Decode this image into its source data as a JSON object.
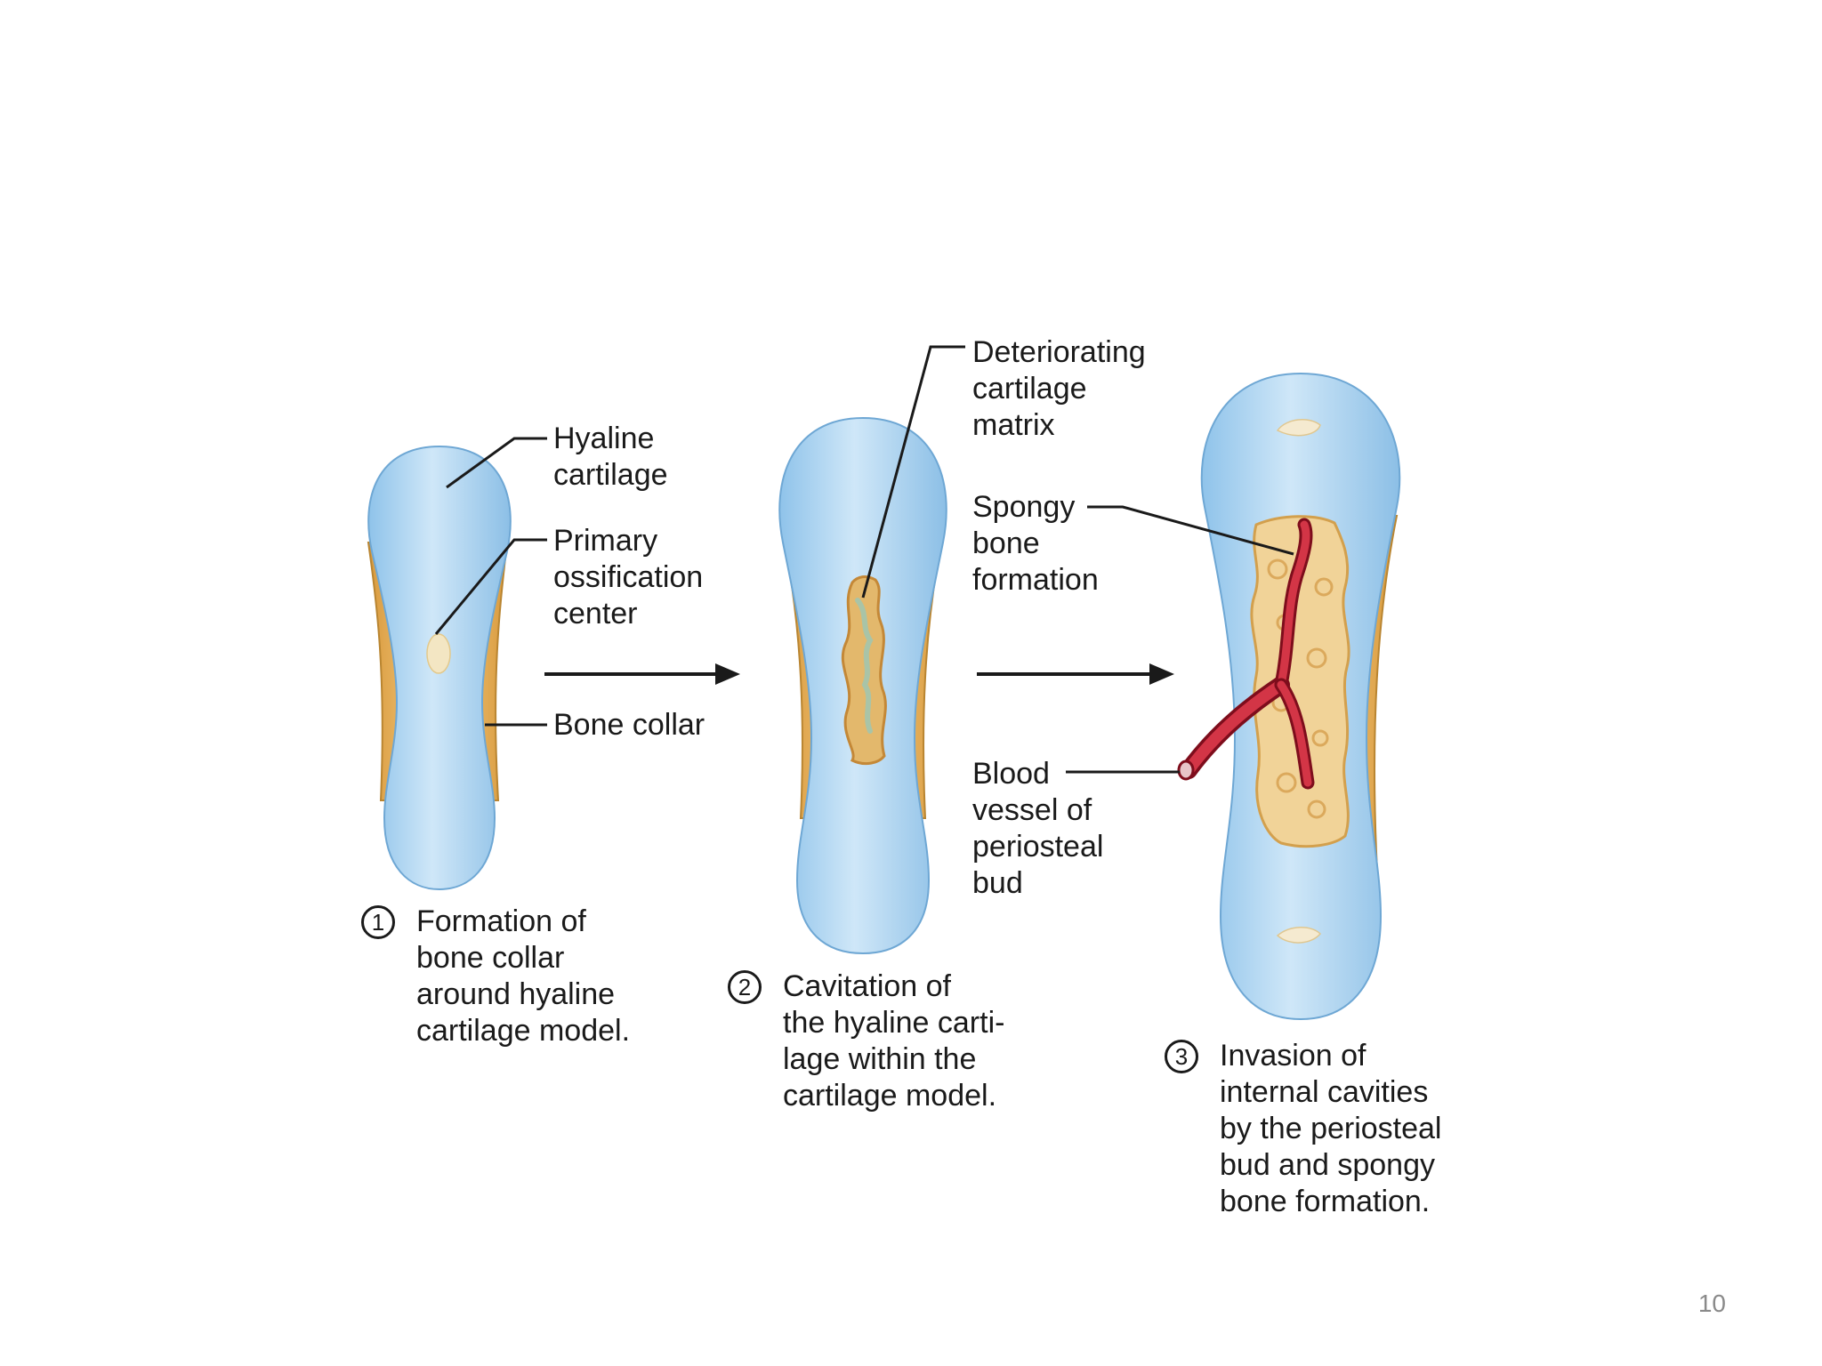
{
  "labels": {
    "hyaline_cartilage": [
      "Hyaline",
      "cartilage"
    ],
    "primary_ossification_center": [
      "Primary",
      "ossification",
      "center"
    ],
    "bone_collar": [
      "Bone collar"
    ],
    "deteriorating_cartilage_matrix": [
      "Deteriorating",
      "cartilage",
      "matrix"
    ],
    "spongy_bone_formation": [
      "Spongy",
      "bone",
      "formation"
    ],
    "blood_vessel": [
      "Blood",
      "vessel of",
      "periosteal",
      "bud"
    ]
  },
  "steps": [
    {
      "number": "1",
      "lines": [
        "Formation of",
        "bone collar",
        "around hyaline",
        "cartilage model."
      ]
    },
    {
      "number": "2",
      "lines": [
        "Cavitation of",
        "the hyaline carti-",
        "lage within the",
        "cartilage model."
      ]
    },
    {
      "number": "3",
      "lines": [
        "Invasion of",
        "internal cavities",
        "by the periosteal",
        "bud and spongy",
        "bone formation."
      ]
    }
  ],
  "slide_number": "10",
  "colors": {
    "cartilage": "#a9d2ef",
    "bone_collar": "#e8b35a",
    "spongy_bone": "#f0cf94",
    "blood_vessel": "#b3162a",
    "leader_line": "#1a1a1a"
  }
}
